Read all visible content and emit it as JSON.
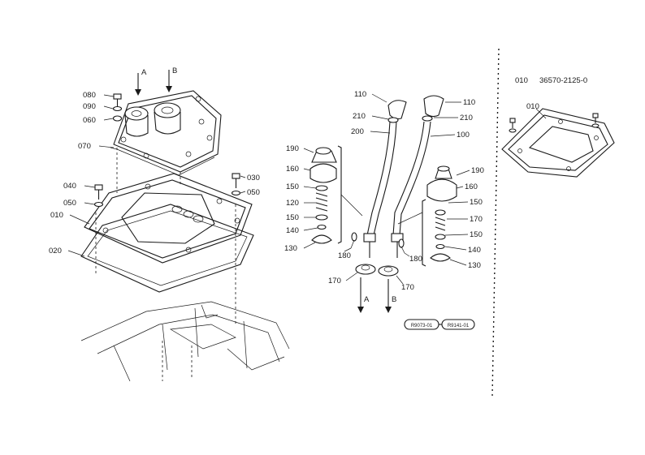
{
  "ref_header": {
    "code": "010",
    "part_number": "36570-2125-0"
  },
  "callouts": {
    "c080": "080",
    "c090": "090",
    "c060": "060",
    "c070": "070",
    "c040": "040",
    "c050a": "050",
    "c010": "010",
    "c020": "020",
    "c030": "030",
    "c050b": "050",
    "c110a": "110",
    "c210a": "210",
    "c200": "200",
    "c190a": "190",
    "c160a": "160",
    "c150a": "150",
    "c120": "120",
    "c150b": "150",
    "c140a": "140",
    "c130a": "130",
    "c180a": "180",
    "c170a": "170",
    "c110b": "110",
    "c210b": "210",
    "c100": "100",
    "c190b": "190",
    "c160b": "160",
    "c150c": "150",
    "c170b": "170",
    "c150d": "150",
    "c140b": "140",
    "c130b": "130",
    "c180b": "180",
    "c170c": "170",
    "c010b": "010"
  },
  "arrows": {
    "top_a": "A",
    "top_b": "B",
    "bottom_a": "A",
    "bottom_b": "B"
  },
  "serials": {
    "from": "R9073-01",
    "to": "R9141-01"
  }
}
